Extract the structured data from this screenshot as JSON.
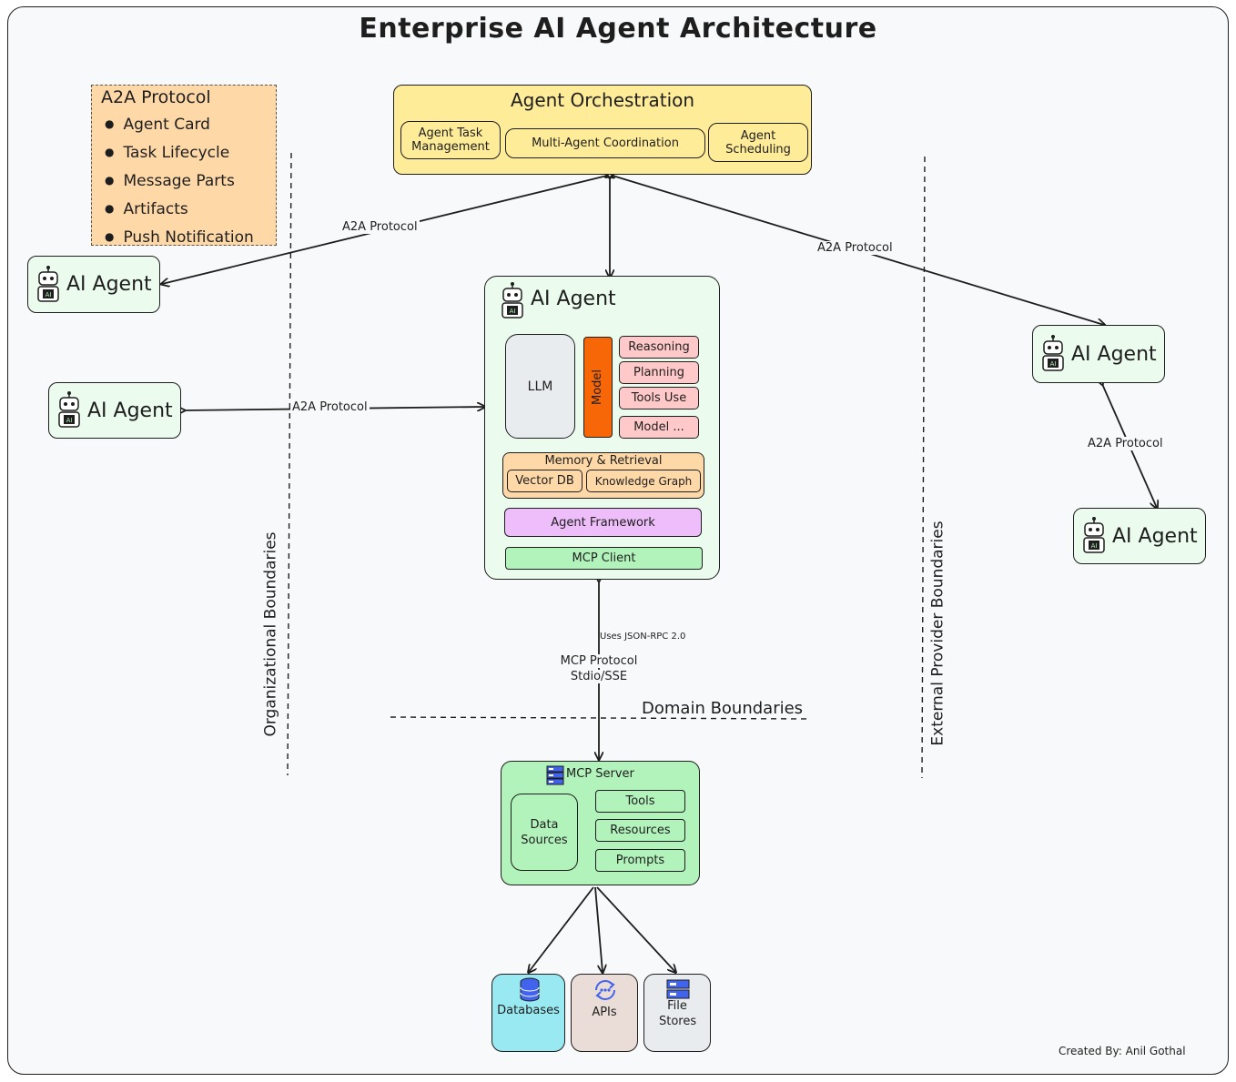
{
  "title": "Enterprise AI Agent Architecture",
  "credit": "Created By: Anil Gothal",
  "a2a_panel": {
    "heading": "A2A Protocol",
    "items": [
      "Agent Card",
      "Task Lifecycle",
      "Message Parts",
      "Artifacts",
      "Push Notification"
    ]
  },
  "orchestration": {
    "title": "Agent Orchestration",
    "task_mgmt": "Agent Task Management",
    "coordination": "Multi-Agent Coordination",
    "scheduling": "Agent Scheduling"
  },
  "main_agent": {
    "title": "AI Agent",
    "llm": "LLM",
    "model": "Model",
    "capabilities": [
      "Reasoning",
      "Planning",
      "Tools Use",
      "Model ..."
    ],
    "memory_title": "Memory & Retrieval",
    "vector_db": "Vector DB",
    "knowledge_graph": "Knowledge Graph",
    "framework": "Agent Framework",
    "mcp_client": "MCP Client"
  },
  "peer_agents": [
    "AI Agent",
    "AI Agent",
    "AI Agent",
    "AI Agent"
  ],
  "edges": {
    "a2a_1": "A2A Protocol",
    "a2a_2": "A2A Protocol",
    "a2a_3": "A2A Protocol",
    "a2a_4": "A2A Protocol",
    "json_rpc": "Uses JSON-RPC 2.0",
    "mcp_protocol": "MCP Protocol",
    "transport": "Stdio/SSE"
  },
  "boundaries": {
    "org": "Organizational Boundaries",
    "external": "External Provider Boundaries",
    "domain": "Domain Boundaries"
  },
  "mcp_server": {
    "title": "MCP Server",
    "data_sources": "Data Sources",
    "tools": "Tools",
    "resources": "Resources",
    "prompts": "Prompts"
  },
  "backends": {
    "databases": "Databases",
    "apis": "APIs",
    "file_stores": "File Stores"
  },
  "colors": {
    "orchestration": "#ffec99",
    "agent_bg": "#ebfbee",
    "capability": "#ffc9c9",
    "model": "#f76707",
    "memory": "#ffd8a8",
    "framework": "#eebefa",
    "mcp": "#b2f2bb",
    "databases": "#99e9f2",
    "apis": "#eaddd7",
    "file_stores": "#e9ecef"
  }
}
